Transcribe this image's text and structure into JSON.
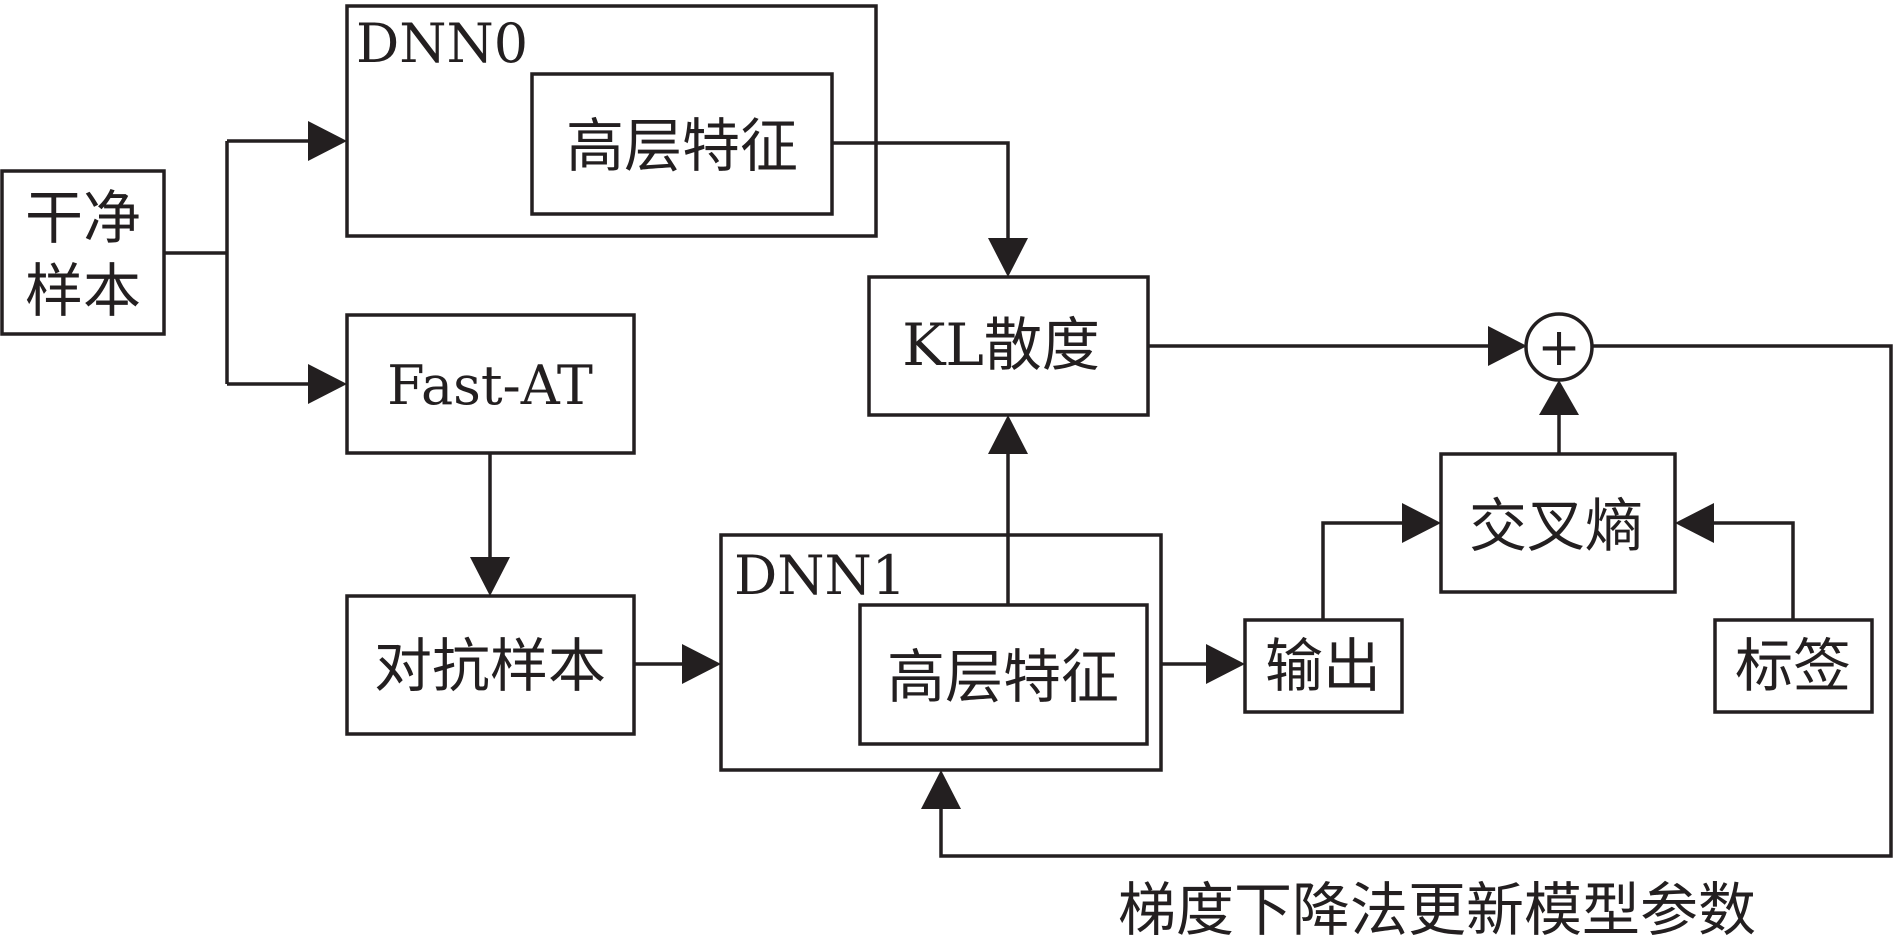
{
  "nodes": {
    "clean_line1": "干净",
    "clean_line2": "样本",
    "dnn0": "DNN0",
    "dnn0_feature": "高层特征",
    "fast_at": "Fast-AT",
    "adversarial": "对抗样本",
    "kl": "KL散度",
    "dnn1": "DNN1",
    "dnn1_feature": "高层特征",
    "output": "输出",
    "cross_entropy": "交叉熵",
    "label": "标签",
    "sum_symbol": "+"
  },
  "caption": "梯度下降法更新模型参数",
  "colors": {
    "ink": "#231f20",
    "background": "#ffffff"
  }
}
